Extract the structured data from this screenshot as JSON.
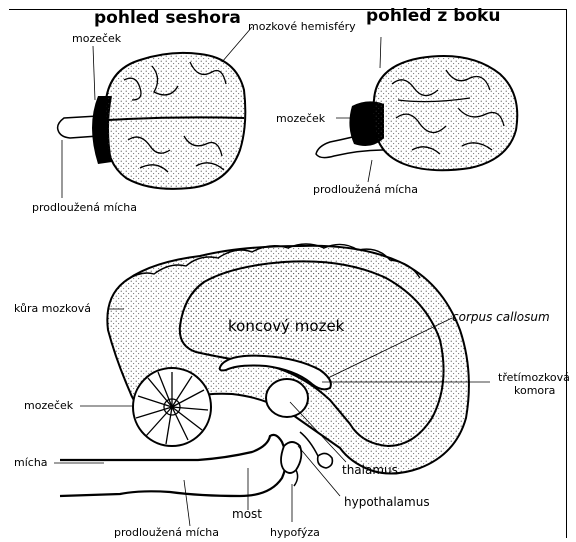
{
  "headings": {
    "top_view": "pohled seshora",
    "side_view": "pohled z boku"
  },
  "labels": {
    "top_cerebellum": "mozeček",
    "hemispheres": "mozkové hemisféry",
    "top_medulla": "prodloužená mícha",
    "side_cerebellum": "mozeček",
    "side_medulla": "prodloužená mícha",
    "cortex": "kůra mozková",
    "telencephalon": "koncový mozek",
    "corpus_callosum": "corpus callosum",
    "third_ventricle_1": "třetímozková",
    "third_ventricle_2": "komora",
    "sag_cerebellum": "mozeček",
    "spinal_cord": "mícha",
    "thalamus": "thalamus",
    "hypothalamus": "hypothalamus",
    "pons": "most",
    "sag_medulla": "prodloužená mícha",
    "pituitary": "hypofýza"
  },
  "colors": {
    "ink": "#000000",
    "stipple": "#333333",
    "background": "#ffffff"
  }
}
